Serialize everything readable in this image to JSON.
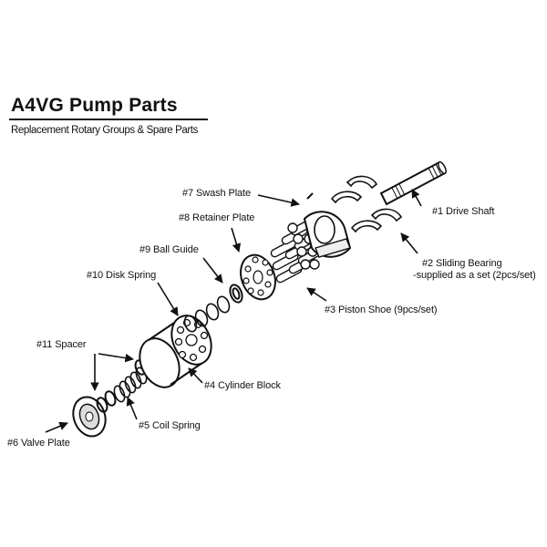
{
  "header": {
    "title": "A4VG  Pump Parts",
    "subtitle": "Replacement Rotary Groups & Spare Parts"
  },
  "labels": {
    "drive_shaft": "#1 Drive Shaft",
    "sliding_bearing": "#2 Sliding Bearing",
    "sliding_bearing_note": "-supplied as a set (2pcs/set)",
    "piston_shoe": "#3 Piston Shoe (9pcs/set)",
    "cylinder_block": "#4 Cylinder Block",
    "coil_spring": "#5 Coil Spring",
    "valve_plate": "#6 Valve Plate",
    "swash_plate": "#7 Swash Plate",
    "retainer_plate": "#8 Retainer Plate",
    "ball_guide": "#9 Ball Guide",
    "disk_spring": "#10 Disk Spring",
    "spacer": "#11 Spacer"
  }
}
